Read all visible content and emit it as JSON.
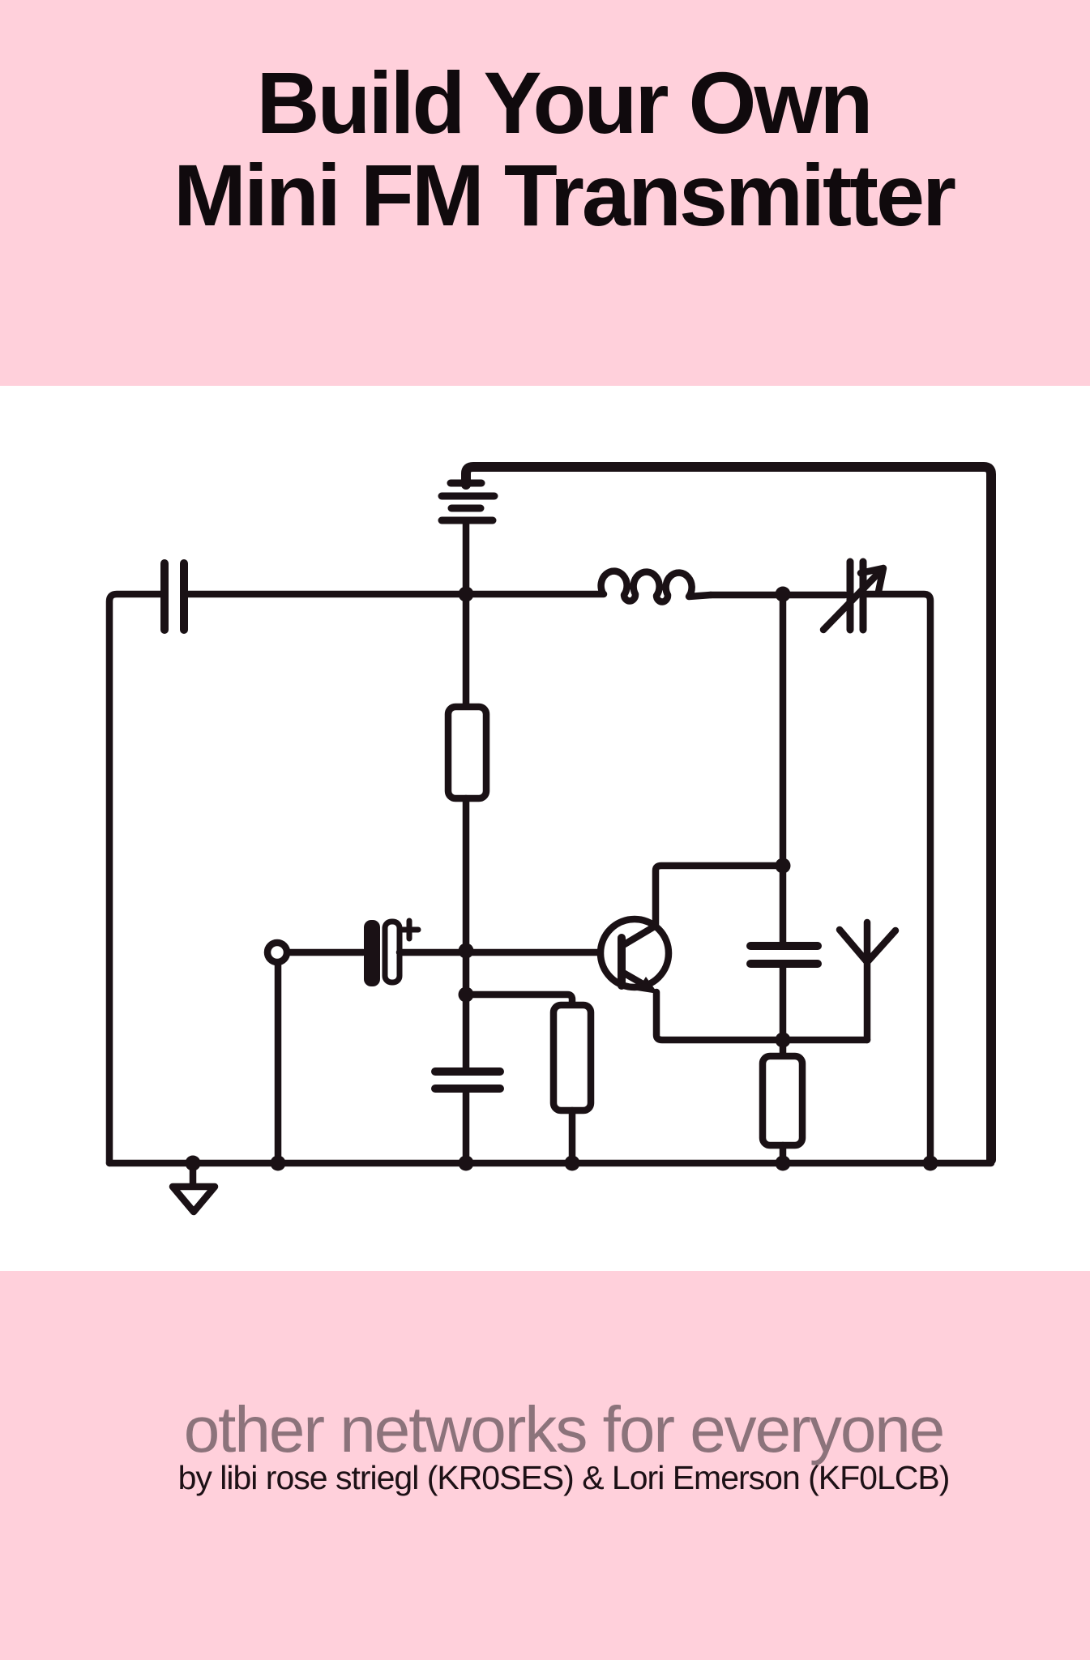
{
  "theme": {
    "pink": "#ffd0db",
    "white": "#ffffff",
    "ink": "#1a1115",
    "title": "#100a0d",
    "series": "#8c737b",
    "byline": "#1d1116"
  },
  "header": {
    "title_line1": "Build Your Own",
    "title_line2": "Mini FM Transmitter"
  },
  "footer": {
    "series": "other networks for everyone",
    "byline": "by libi rose striegl (KR0SES) & Lori Emerson (KF0LCB)"
  },
  "diagram": {
    "type": "hand-drawn circuit schematic",
    "components": [
      "battery-icon",
      "capacitor-c1-icon",
      "inductor-icon",
      "variable-capacitor-icon",
      "resistor-r1",
      "resistor-r2",
      "resistor-r3",
      "electrolytic-capacitor-icon",
      "capacitor-c2-icon",
      "capacitor-c3-icon",
      "transistor-icon",
      "antenna-icon",
      "ground-icon",
      "audio-input-terminal"
    ]
  }
}
